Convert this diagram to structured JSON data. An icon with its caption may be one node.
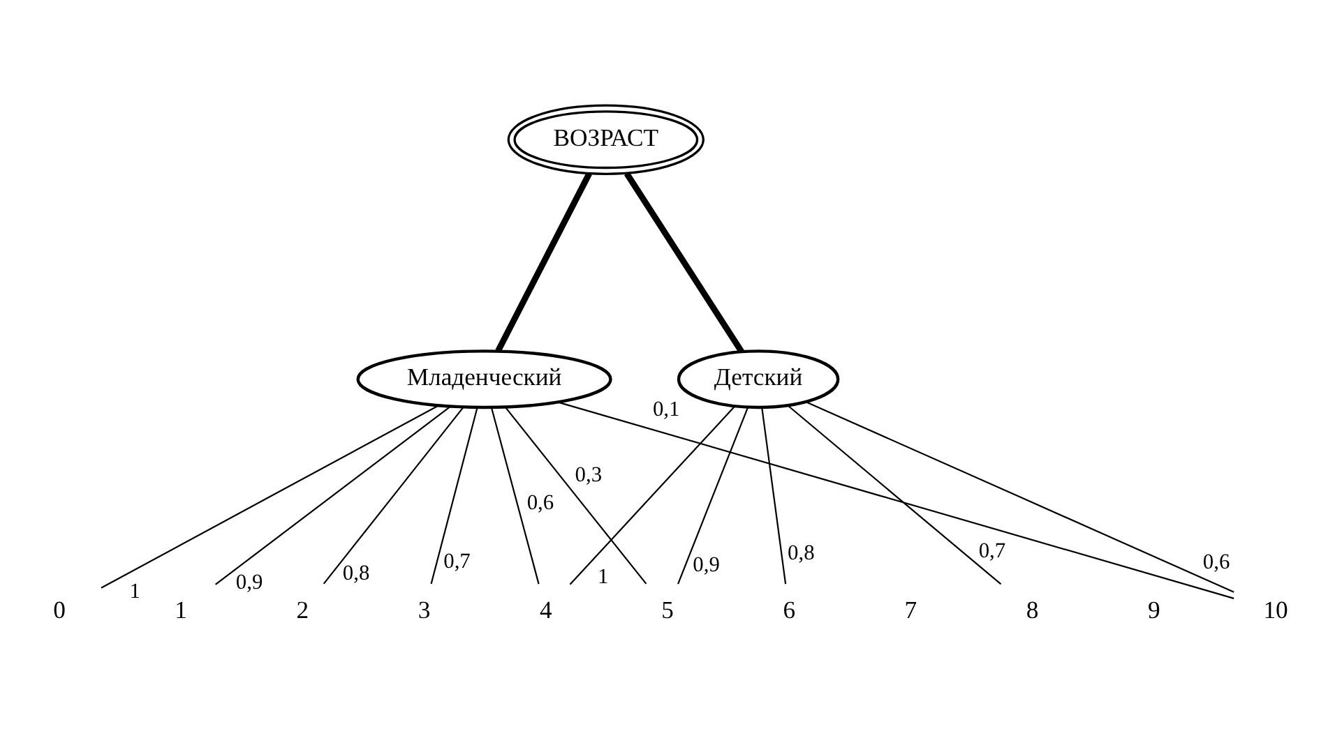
{
  "diagram": {
    "nodes": [
      {
        "text": [
          "ВОЗРАСТ"
        ]
      },
      {
        "text": [
          "Младенческий"
        ]
      },
      {
        "text": [
          "Детский"
        ]
      },
      {
        "text": [
          "0"
        ]
      },
      {
        "text": [
          "1"
        ]
      },
      {
        "text": [
          "2"
        ]
      },
      {
        "text": [
          "3"
        ]
      },
      {
        "text": [
          "4"
        ]
      },
      {
        "text": [
          "5"
        ]
      },
      {
        "text": [
          "6"
        ]
      },
      {
        "text": [
          "7"
        ]
      },
      {
        "text": [
          "8"
        ]
      },
      {
        "text": [
          "9"
        ]
      },
      {
        "text": [
          "10"
        ]
      }
    ],
    "edges": [
      {
        "from": 0,
        "to": 1,
        "arrow": "none",
        "style": "thick"
      },
      {
        "from": 0,
        "to": 2,
        "arrow": "none",
        "style": "thick"
      },
      {
        "from": 1,
        "to": 3,
        "arrow": "none",
        "label": "1"
      },
      {
        "from": 1,
        "to": 4,
        "arrow": "none",
        "label": "0,9"
      },
      {
        "from": 1,
        "to": 5,
        "arrow": "none",
        "label": "0,8"
      },
      {
        "from": 1,
        "to": 6,
        "arrow": "none",
        "label": "0,7"
      },
      {
        "from": 1,
        "to": 7,
        "arrow": "none",
        "label": "0,6"
      },
      {
        "from": 1,
        "to": 8,
        "arrow": "none",
        "label": "0,3"
      },
      {
        "from": 1,
        "to": 13,
        "arrow": "none",
        "label": "0,1"
      },
      {
        "from": 2,
        "to": 7,
        "arrow": "none",
        "label": "1"
      },
      {
        "from": 2,
        "to": 8,
        "arrow": "none",
        "label": "0,9"
      },
      {
        "from": 2,
        "to": 9,
        "arrow": "none",
        "label": "0,8"
      },
      {
        "from": 2,
        "to": 11,
        "arrow": "none",
        "label": "0,7"
      },
      {
        "from": 2,
        "to": 13,
        "arrow": "none",
        "label": "0,6"
      }
    ]
  }
}
